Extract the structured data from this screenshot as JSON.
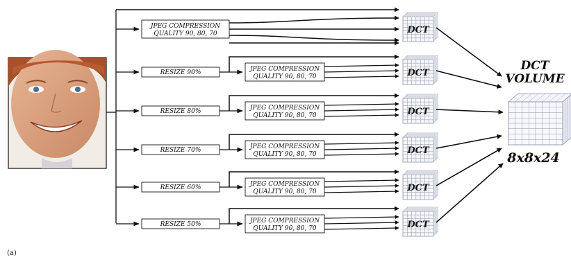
{
  "jpeg_box": {
    "line1": "JPEG COMPRESSION",
    "line2": "QUALITY 90, 80, 70"
  },
  "resize_labels": [
    "RESIZE 90%",
    "RESIZE 80%",
    "RESIZE 70%",
    "RESIZE 60%",
    "RESIZE 50%"
  ],
  "dct_label": "DCT",
  "volume": {
    "title_line1": "DCT",
    "title_line2": "VOLUME",
    "size": "8x8x24"
  },
  "caption": "(a)",
  "icons": {
    "face": "face-photo",
    "dct_block": "dct-coefficient-stack",
    "volume": "dct-volume-cube"
  },
  "colors": {
    "line": "#111111",
    "grid": "#8d95a8",
    "cube_face": "#f4f5fb",
    "skin": "#d9a27f",
    "hair": "#a8502a"
  }
}
